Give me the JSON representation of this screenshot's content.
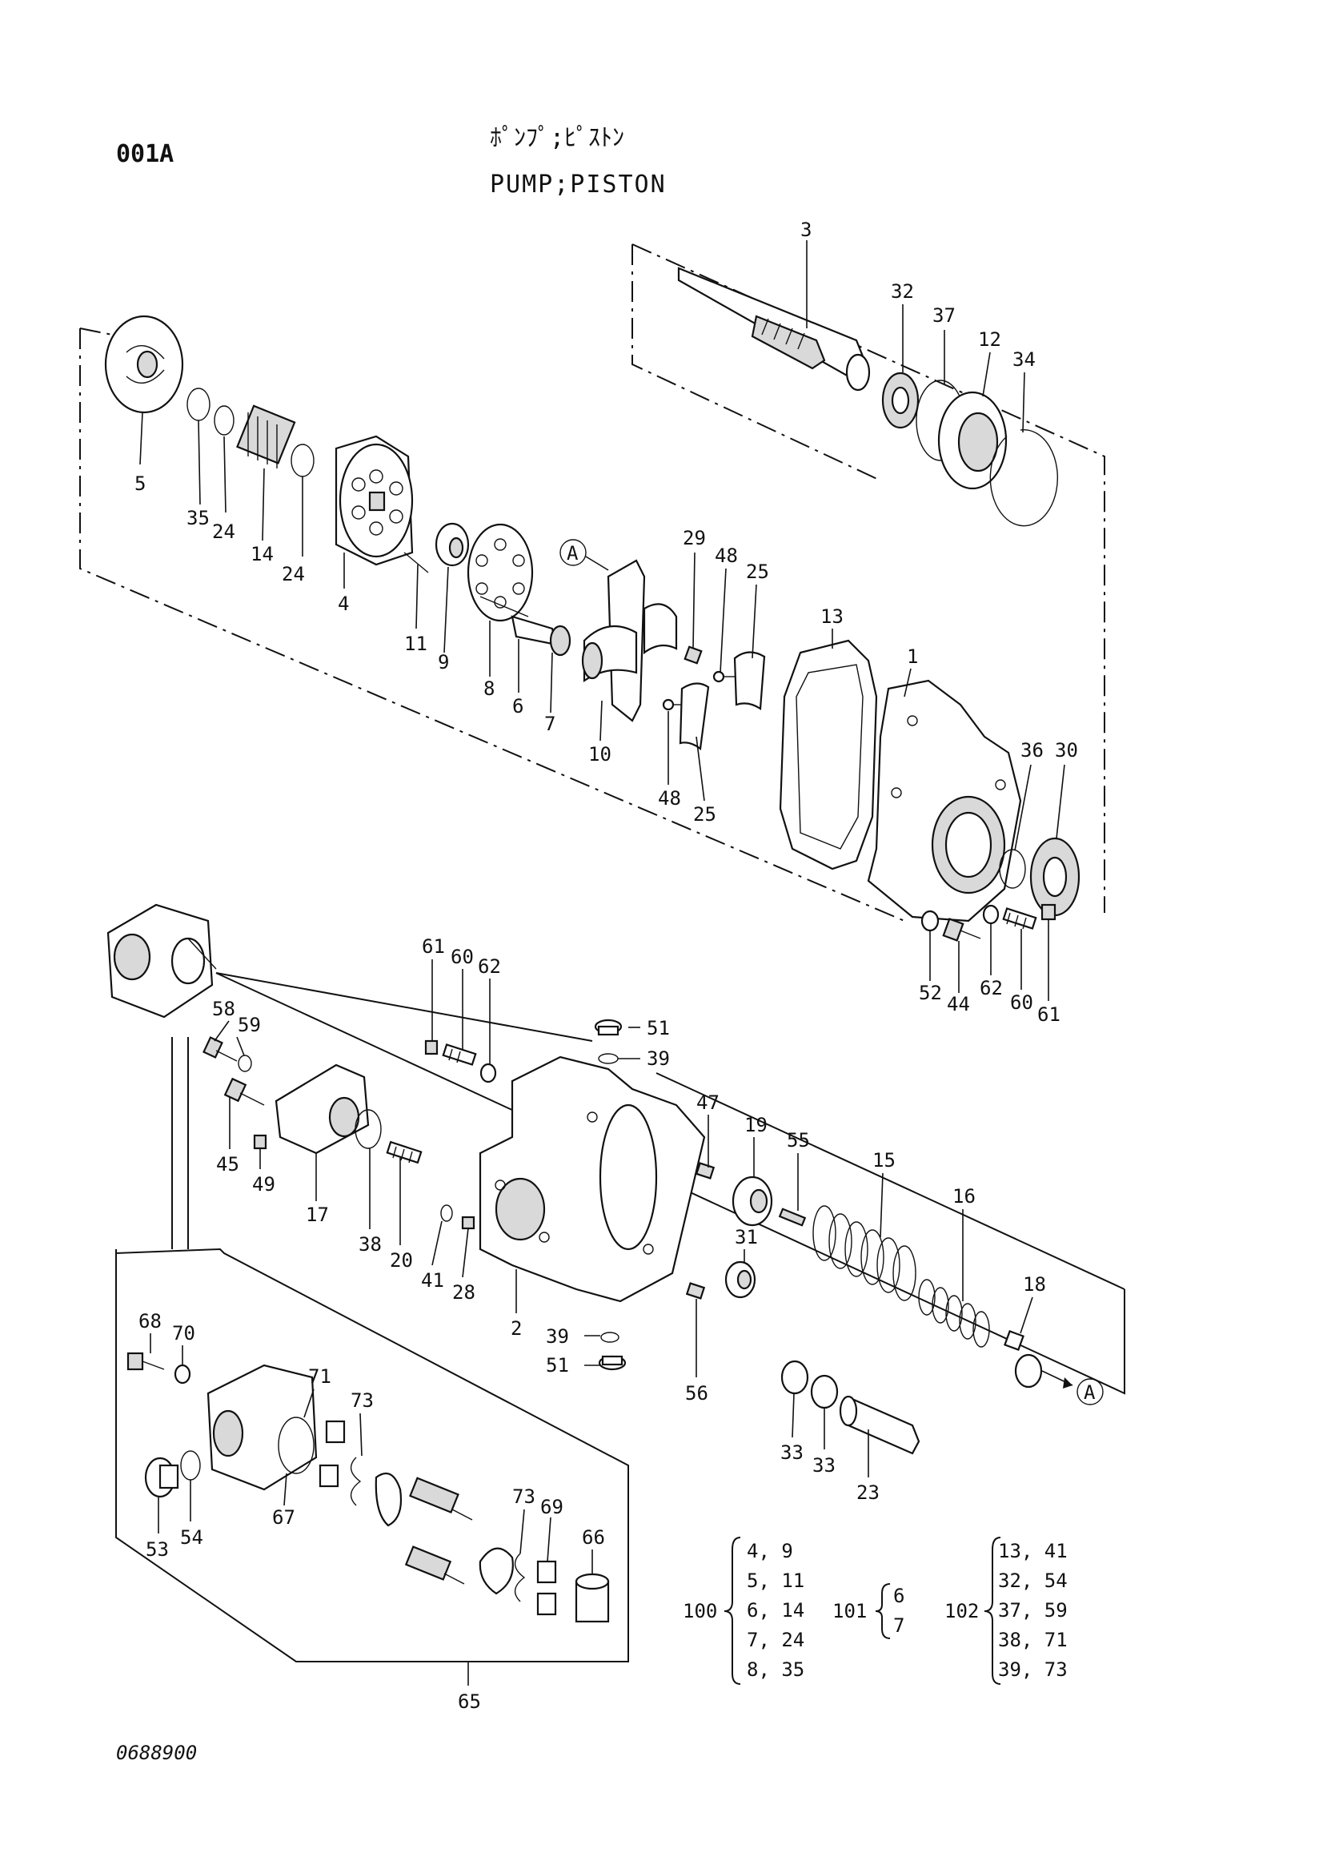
{
  "header": {
    "code": "001A",
    "title_jp": "ﾎﾟﾝﾌﾟ;ﾋﾟｽﾄﾝ",
    "title_en": "PUMP;PISTON"
  },
  "footer": {
    "drawing_number": "0688900"
  },
  "callouts": {
    "c3": "3",
    "c32": "32",
    "c37": "37",
    "c12": "12",
    "c34": "34",
    "c5": "5",
    "c35": "35",
    "c24a": "24",
    "c14": "14",
    "c24b": "24",
    "c4": "4",
    "c11": "11",
    "c9": "9",
    "c8": "8",
    "c6": "6",
    "c7": "7",
    "c10": "10",
    "cA1": "A",
    "c29": "29",
    "c48a": "48",
    "c25a": "25",
    "c48b": "48",
    "c25b": "25",
    "c13": "13",
    "c1": "1",
    "c36": "36",
    "c30": "30",
    "c52": "52",
    "c44": "44",
    "c62b": "62",
    "c60b": "60",
    "c61b": "61",
    "c61a": "61",
    "c60a": "60",
    "c62a": "62",
    "c58": "58",
    "c59": "59",
    "c45": "45",
    "c49": "49",
    "c17": "17",
    "c38": "38",
    "c20": "20",
    "c41": "41",
    "c28": "28",
    "c2": "2",
    "c51a": "51",
    "c39a": "39",
    "c47": "47",
    "c19": "19",
    "c55": "55",
    "c15": "15",
    "c16": "16",
    "c18": "18",
    "cA2": "A",
    "c31": "31",
    "c39b": "39",
    "c51b": "51",
    "c56": "56",
    "c33a": "33",
    "c33b": "33",
    "c23": "23",
    "c68": "68",
    "c70": "70",
    "c71": "71",
    "c73a": "73",
    "c53": "53",
    "c54": "54",
    "c67": "67",
    "c73b": "73",
    "c69": "69",
    "c66": "66",
    "c65": "65"
  },
  "kits": [
    {
      "number": "100",
      "items": [
        "4, 9",
        "5, 11",
        "6, 14",
        "7, 24",
        "8, 35"
      ]
    },
    {
      "number": "101",
      "items": [
        "6",
        "7"
      ]
    },
    {
      "number": "102",
      "items": [
        "13, 41",
        "32, 54",
        "37, 59",
        "38, 71",
        "39, 73"
      ]
    }
  ]
}
